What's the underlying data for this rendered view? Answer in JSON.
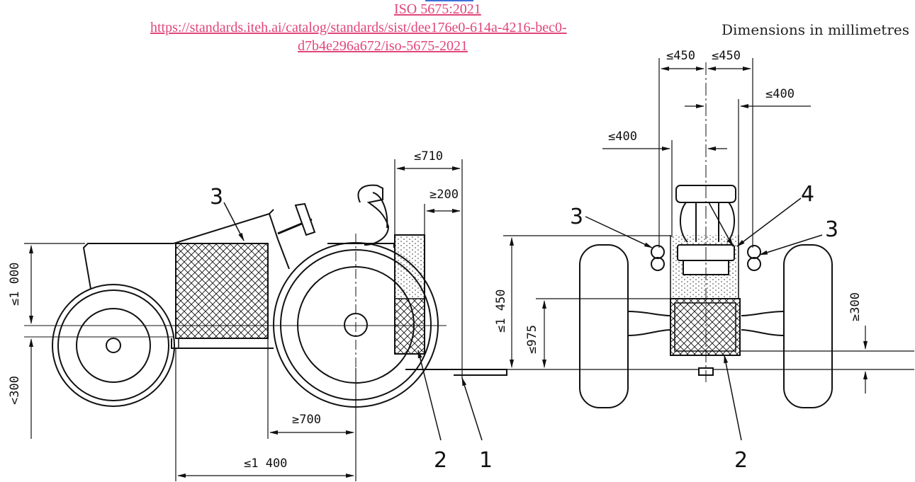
{
  "header": {
    "iso_ref": "ISO 5675:2021",
    "url_line1": "https://standards.iteh.ai/catalog/standards/sist/dee176e0-614a-4216-bec0-",
    "url_line2": "d7b4e296a672/iso-5675-2021",
    "units_note": "Dimensions in millimetres"
  },
  "side_view": {
    "dims": {
      "max_710": "≤710",
      "min_200": "≥200",
      "max_1000": "≤1 000",
      "lt_300": "<300",
      "min_700": "≥700",
      "max_1400": "≤1 400"
    },
    "callouts": {
      "c3": "3",
      "c2": "2",
      "c1": "1"
    }
  },
  "front_view": {
    "dims": {
      "max_450_left": "≤450",
      "max_450_right": "≤450",
      "max_400_right": "≤400",
      "max_400_left": "≤400",
      "max_1450": "≤1 450",
      "max_975": "≤975",
      "min_300": "≥300"
    },
    "callouts": {
      "c3_left": "3",
      "c4": "4",
      "c3_right": "3",
      "c2": "2"
    }
  },
  "colors": {
    "link": "#e0467a",
    "link_highlight": "#3b6fd8",
    "ink": "#111111"
  }
}
